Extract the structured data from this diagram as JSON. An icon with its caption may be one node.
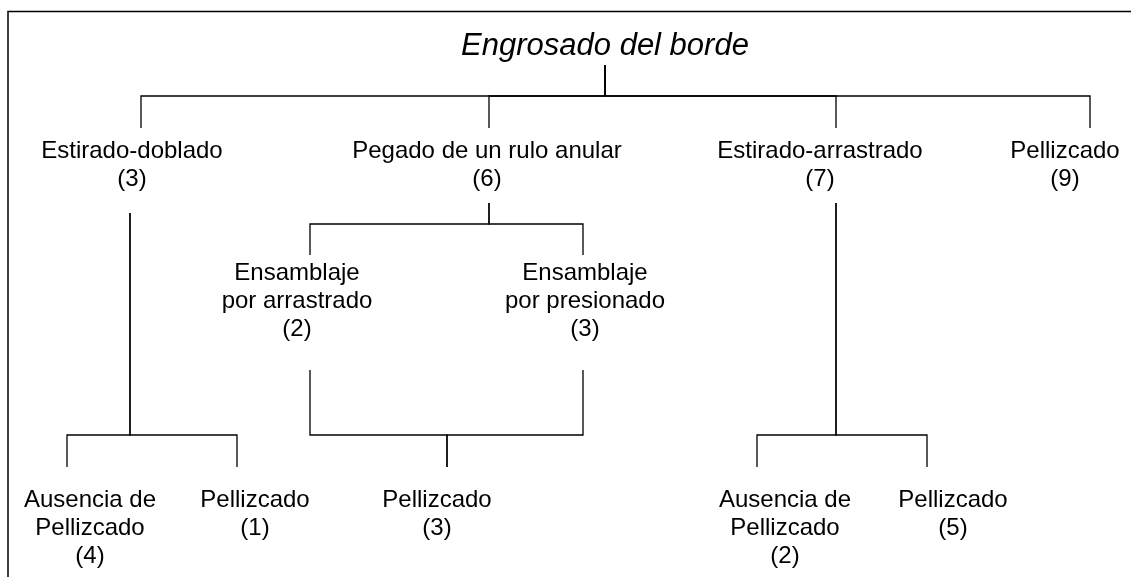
{
  "diagram": {
    "nodes": [
      {
        "text": [
          "Engrosado del borde"
        ]
      },
      {
        "text": [
          "Estirado-doblado",
          "(3)"
        ]
      },
      {
        "text": [
          "Pegado de un rulo anular",
          "(6)"
        ]
      },
      {
        "text": [
          "Estirado-arrastrado",
          "(7)"
        ]
      },
      {
        "text": [
          "Pellizcado",
          "(9)"
        ]
      },
      {
        "text": [
          "Ensamblaje por arrastrado",
          "(2)"
        ]
      },
      {
        "text": [
          "Ensamblaje por presionado",
          "(3)"
        ]
      },
      {
        "text": [
          "Ausencia de Pellizcado",
          "(4)"
        ]
      },
      {
        "text": [
          "Pellizcado",
          "(1)"
        ]
      },
      {
        "text": [
          "Pellizcado",
          "(3)"
        ]
      },
      {
        "text": [
          "Ausencia de Pellizcado",
          "(2)"
        ]
      },
      {
        "text": [
          "Pellizcado",
          "(5)"
        ]
      }
    ],
    "edges": [
      {
        "from": 0,
        "to": 1,
        "arrow": "none"
      },
      {
        "from": 0,
        "to": 2,
        "arrow": "none"
      },
      {
        "from": 0,
        "to": 3,
        "arrow": "none"
      },
      {
        "from": 0,
        "to": 4,
        "arrow": "none"
      },
      {
        "from": 2,
        "to": 5,
        "arrow": "none"
      },
      {
        "from": 2,
        "to": 6,
        "arrow": "none"
      },
      {
        "from": 1,
        "to": 7,
        "arrow": "none"
      },
      {
        "from": 1,
        "to": 8,
        "arrow": "none"
      },
      {
        "from": 5,
        "to": 9,
        "arrow": "none"
      },
      {
        "from": 6,
        "to": 9,
        "arrow": "none"
      },
      {
        "from": 3,
        "to": 10,
        "arrow": "none"
      },
      {
        "from": 3,
        "to": 11,
        "arrow": "none"
      }
    ]
  }
}
